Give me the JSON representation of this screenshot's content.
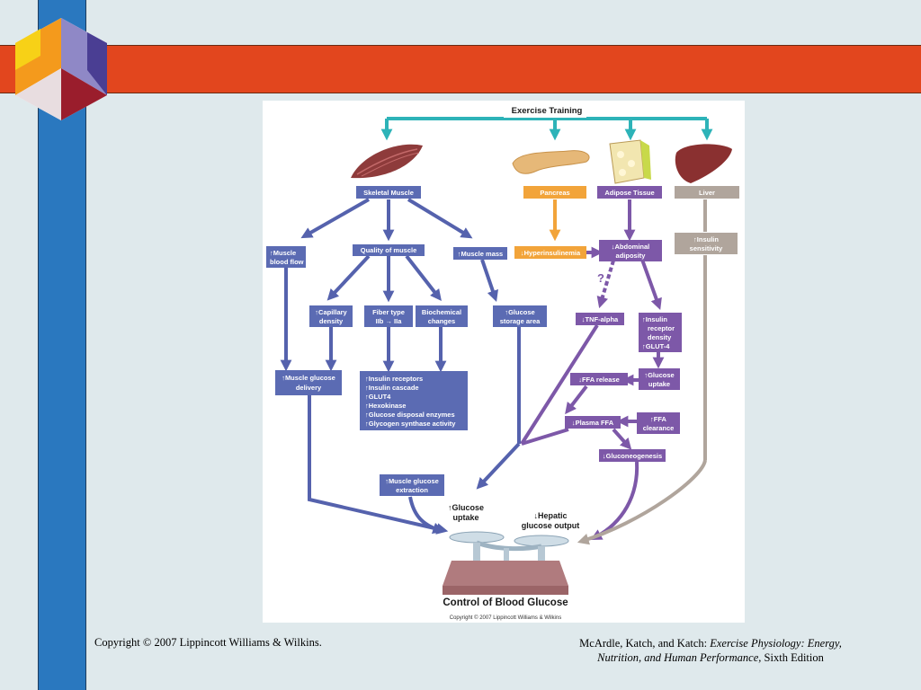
{
  "slide": {
    "footer_left": "Copyright © 2007 Lippincott Williams & Wilkins.",
    "footer_right_authors": "McArdle, Katch, and Katch: ",
    "footer_right_title_line1": "Exercise Physiology: Energy,",
    "footer_right_title_line2": "Nutrition, and Human Performance,",
    "footer_right_edition": " Sixth Edition"
  },
  "colors": {
    "blue_node": "#5b6bb3",
    "blue_arrow": "#5562ad",
    "orange_node": "#f2a43a",
    "purple_node": "#7d58a8",
    "gray_node": "#b0a59c",
    "teal_top": "#2db3b8",
    "slide_blue": "#2a78bf",
    "slide_orange": "#e2461e",
    "slide_bg": "#dfe9ec"
  },
  "diagram": {
    "top_label": "Exercise Training",
    "organs": [
      {
        "name": "Skeletal Muscle",
        "icon": "muscle-icon"
      },
      {
        "name": "Pancreas",
        "icon": "pancreas-icon"
      },
      {
        "name": "Adipose Tissue",
        "icon": "adipose-icon"
      },
      {
        "name": "Liver",
        "icon": "liver-icon"
      }
    ],
    "nodes": {
      "muscle_blood_flow": [
        "↑Muscle",
        "blood flow"
      ],
      "quality_of_muscle": "Quality of muscle",
      "muscle_mass": "↑Muscle mass",
      "hyperinsulinemia": "↓Hyperinsulinemia",
      "abdominal_adiposity": [
        "↓Abdominal",
        "adiposity"
      ],
      "insulin_sensitivity": [
        "↑Insulin",
        "sensitivity"
      ],
      "capillary_density": [
        "↑Capillary",
        "density"
      ],
      "fiber_type": [
        "Fiber type",
        "IIb → IIa"
      ],
      "biochemical_changes": [
        "Biochemical",
        "changes"
      ],
      "glucose_storage_area": [
        "↑Glucose",
        "storage area"
      ],
      "tnf_alpha": "↓TNF-alpha",
      "insulin_receptor": [
        "↑Insulin",
        "receptor",
        "density",
        "↑GLUT-4"
      ],
      "muscle_glucose_delivery": [
        "↑Muscle glucose",
        "delivery"
      ],
      "insulin_list": [
        "↑Insulin receptors",
        "↑Insulin cascade",
        "↑GLUT4",
        "↑Hexokinase",
        "↑Glucose disposal enzymes",
        "↑Glycogen synthase activity"
      ],
      "ffa_release": "↓FFA release",
      "glucose_uptake_adipose": [
        "↑Glucose",
        "uptake"
      ],
      "plasma_ffa": "↓Plasma FFA",
      "ffa_clearance": [
        "↑FFA",
        "clearance"
      ],
      "gluconeogenesis": "↓Gluconeogenesis",
      "muscle_glucose_extraction": [
        "↑Muscle glucose",
        "extraction"
      ]
    },
    "question_mark": "?",
    "scale_left": [
      "↑Glucose",
      "uptake"
    ],
    "scale_right": [
      "↓Hepatic",
      "glucose output"
    ],
    "bottom_title": "Control of Blood Glucose",
    "copyright": "Copyright © 2007 Lippincott Williams & Wilkins"
  }
}
